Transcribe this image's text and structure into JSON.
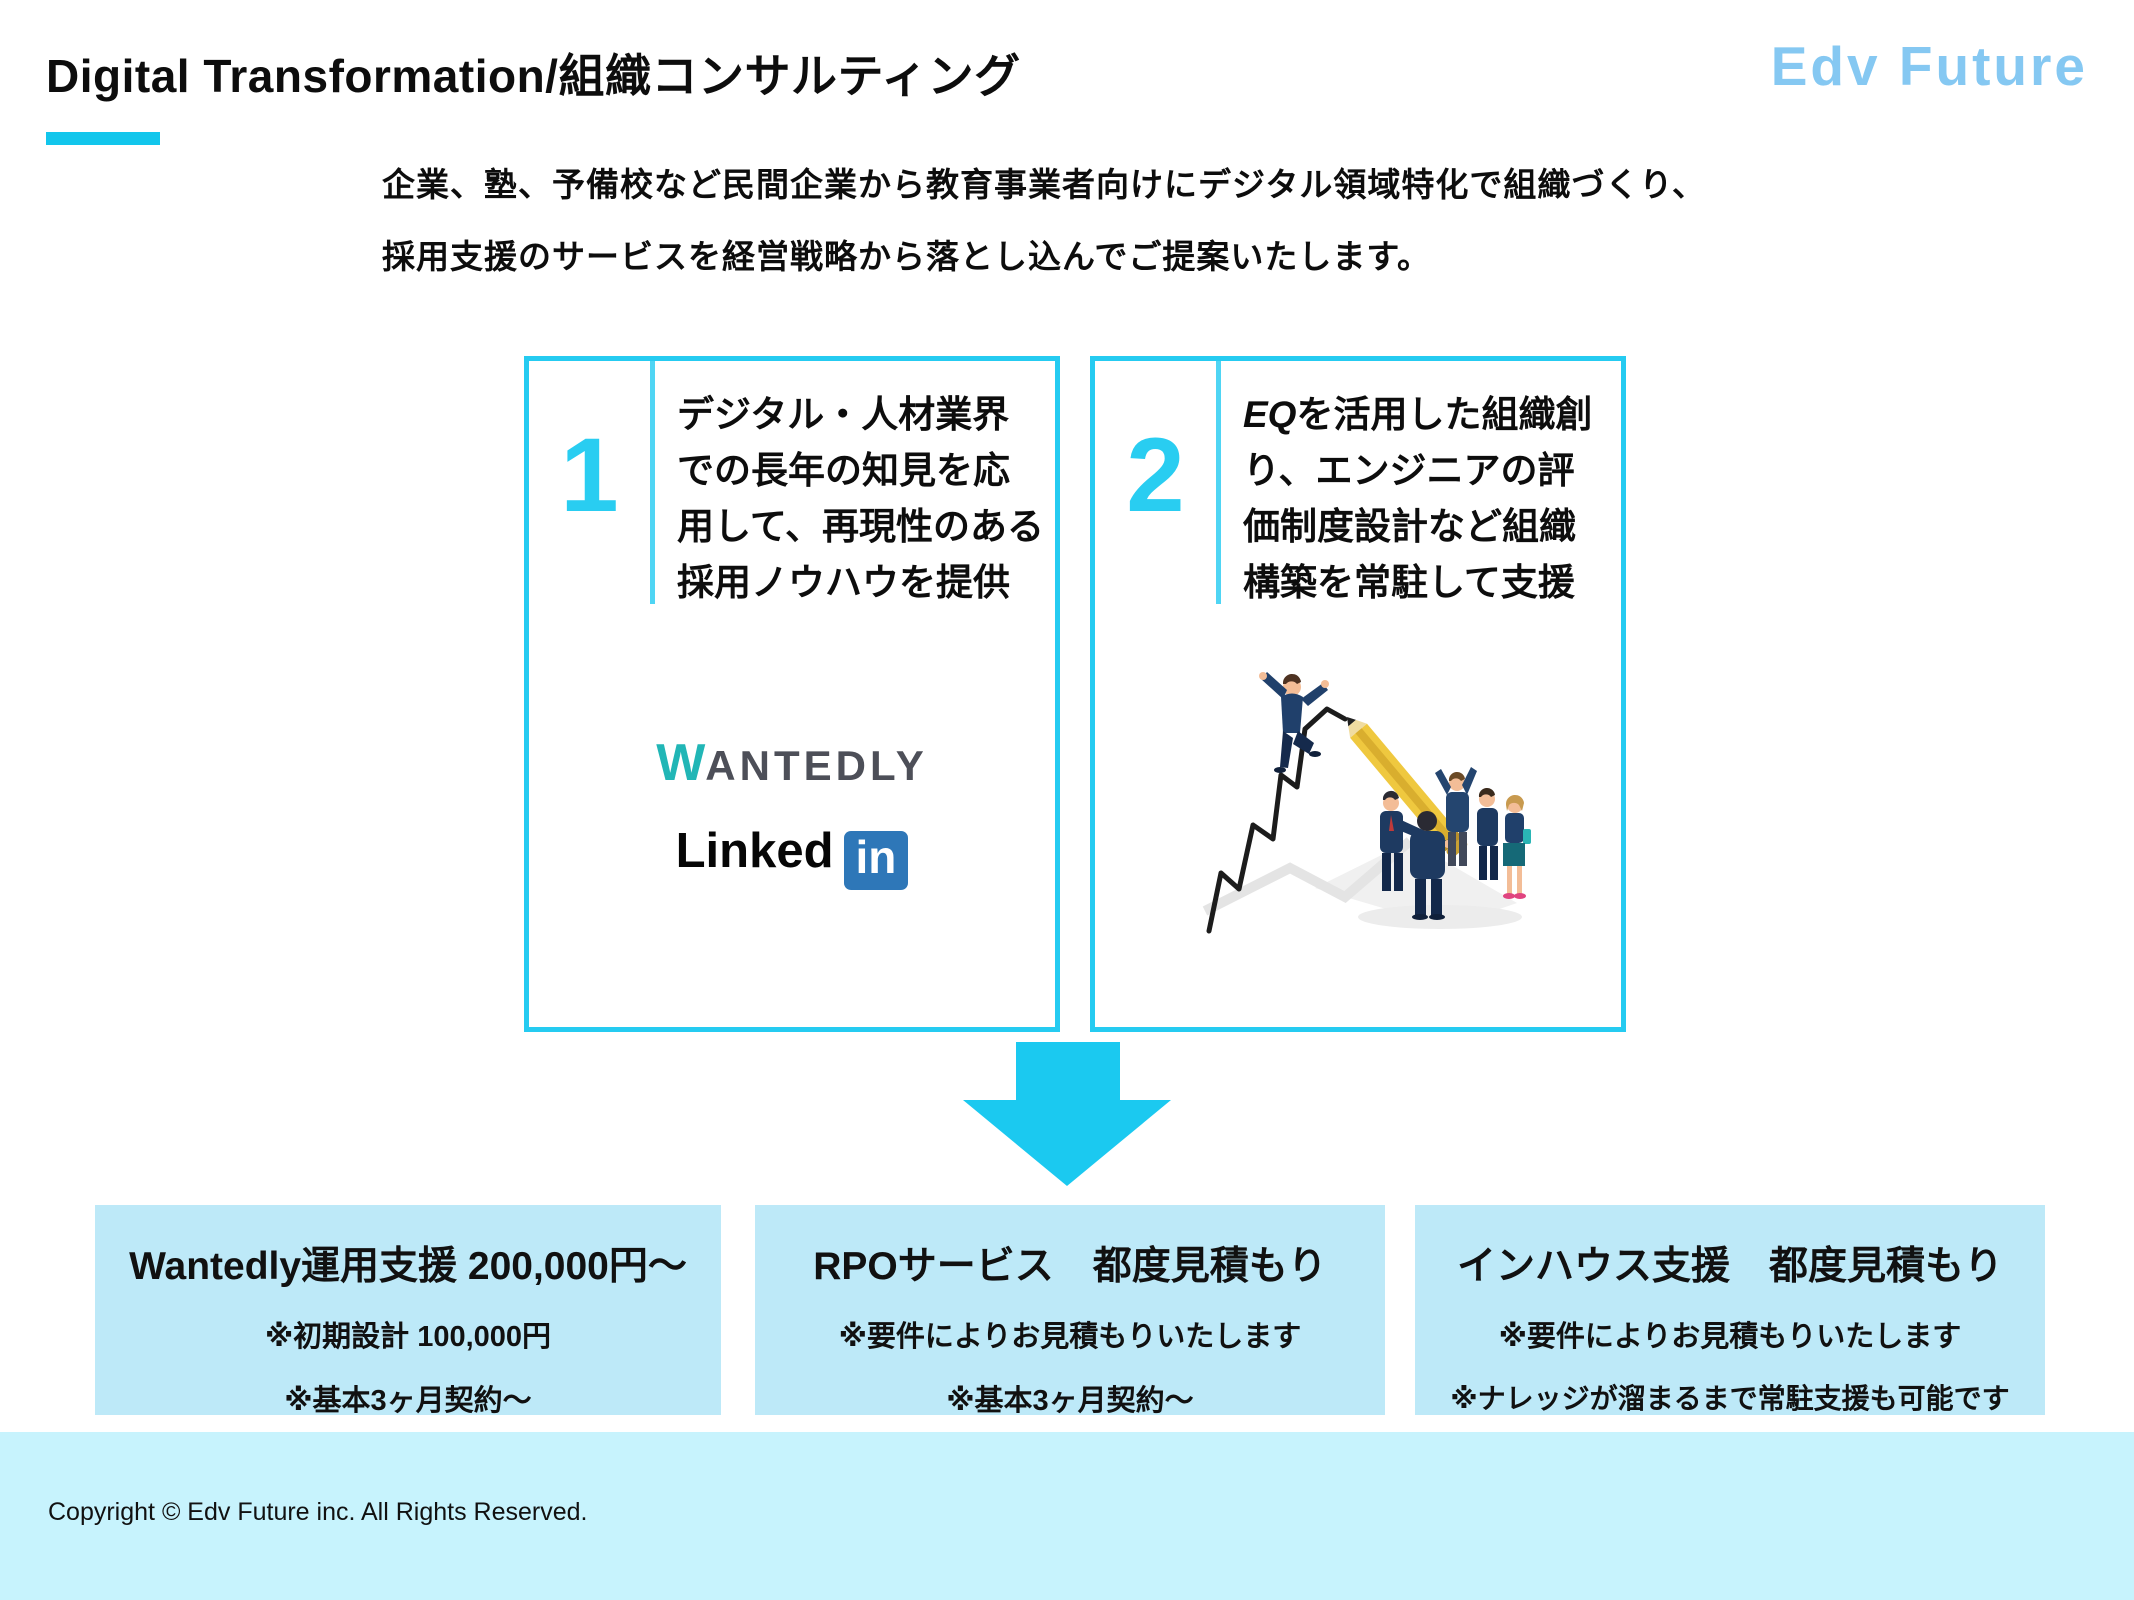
{
  "header": {
    "title": "Digital Transformation/組織コンサルティング",
    "logo_text": "Edv Future"
  },
  "intro": {
    "line1": "企業、塾、予備校など民間企業から教育事業者向けにデジタル領域特化で組織づくり、",
    "line2": "採用支援のサービスを経営戦略から落とし込んでご提案いたします。"
  },
  "steps": [
    {
      "number": "1",
      "lines": [
        "デジタル・人材業界",
        "での長年の知見を応",
        "用して、再現性のある",
        "採用ノウハウを提供"
      ],
      "wantedly": {
        "w": "W",
        "rest": "ANTEDLY"
      },
      "linkedin": {
        "word": "Linked",
        "badge": "in"
      }
    },
    {
      "number": "2",
      "eq": "EQ",
      "lines": [
        "を活用した組織創",
        "り、エンジニアの評",
        "価制度設計など組織",
        "構築を常駐して支援"
      ]
    }
  ],
  "offers": [
    {
      "title": "Wantedly運用支援 200,000円〜",
      "notes": [
        "※初期設計 100,000円",
        "※基本3ヶ月契約〜"
      ]
    },
    {
      "title": "RPOサービス　都度見積もり",
      "notes": [
        "※要件によりお見積もりいたします",
        "※基本3ヶ月契約〜"
      ]
    },
    {
      "title": "インハウス支援　都度見積もり",
      "notes": [
        "※要件によりお見積もりいたします",
        "※ナレッジが溜まるまで常駐支援も可能です"
      ]
    }
  ],
  "footer": {
    "copyright": "Copyright © Edv Future inc. All Rights Reserved."
  },
  "colors": {
    "accent_cyan": "#1BC9F0",
    "offer_bg": "#BDE9F8",
    "footer_bg": "#C7F3FD",
    "logo_blue": "#85C8F2",
    "wantedly_teal": "#21B6B6",
    "linkedin_blue": "#2E77B8"
  }
}
